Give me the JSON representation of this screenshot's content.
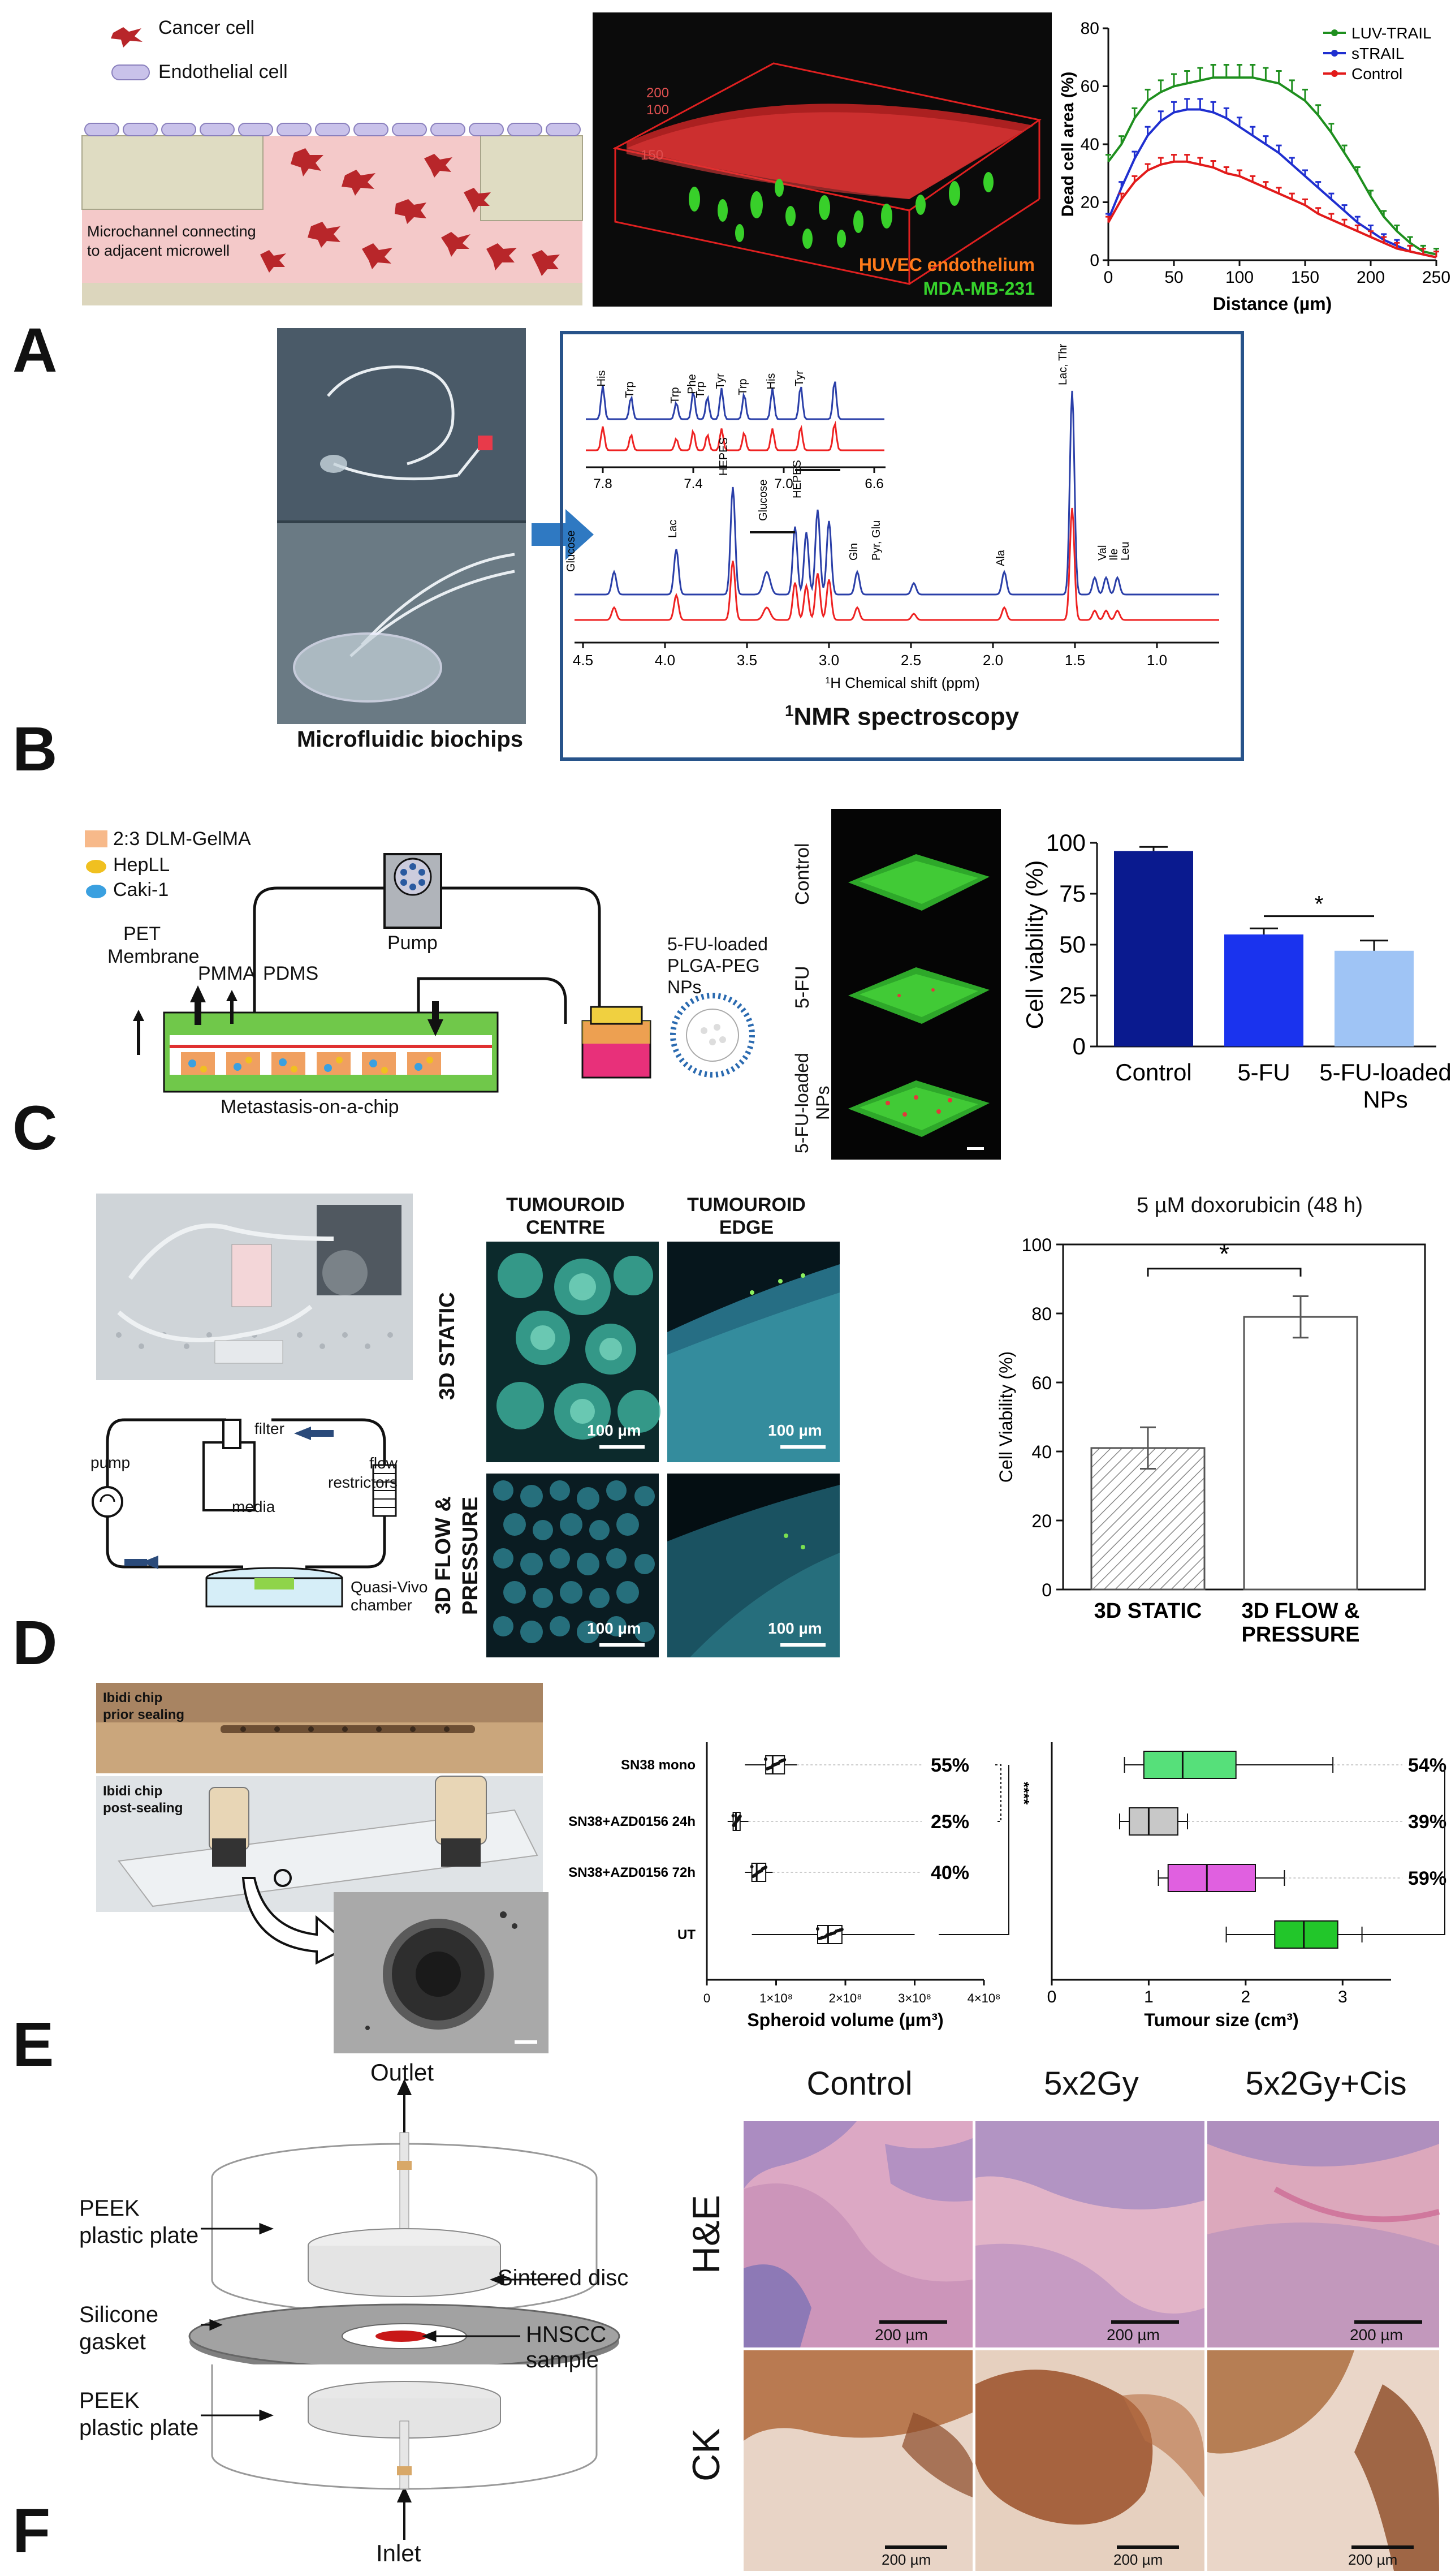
{
  "panel_labels": [
    "A",
    "B",
    "C",
    "D",
    "E",
    "F"
  ],
  "a": {
    "legend": {
      "cancer": "Cancer cell",
      "endothelial": "Endothelial cell"
    },
    "microchannel_text": [
      "Microchannel connecting",
      "to adjacent microwell"
    ],
    "confocal_labels": {
      "huvec": "HUVEC endothelium",
      "mda": "MDA-MB-231"
    },
    "confocal_axis": [
      "200",
      "100",
      "150"
    ],
    "colors": {
      "luv": "#1e8f1e",
      "strail": "#1f2fd0",
      "control": "#e21a1a",
      "huvec": "#ff7a1a",
      "mda": "#36d22c"
    }
  },
  "b": {
    "microfluidic_label": "Microfluidic biochips",
    "nmr_title": "NMR spectroscopy",
    "nmr_sup": "1",
    "nmr_xlabel": "H Chemical shift (ppm)",
    "nmr_xlabel_sup": "1",
    "inset_peaks": [
      "His",
      "Trp",
      "Trp",
      "Phe",
      "Trp",
      "Tyr",
      "Trp",
      "His",
      "Tyr"
    ],
    "main_peaks": [
      "Glucose",
      "Lac",
      "HEPES",
      "Glucose",
      "HEPES",
      "Gln",
      "Pyr, Glu",
      "Ala",
      "Lac, Thr",
      "Val",
      "Ile",
      "Leu"
    ],
    "inset_ticks": [
      "7.8",
      "7.4",
      "7.0",
      "6.6"
    ],
    "main_ticks": [
      "4.5",
      "4.0",
      "3.5",
      "3.0",
      "2.5",
      "2.0",
      "1.5",
      "1.0"
    ]
  },
  "c": {
    "legend": [
      "2:3 DLM-GelMA",
      "HepLL",
      "Caki-1"
    ],
    "labels": {
      "pet": "PET",
      "membrane": "Membrane",
      "pmma": "PMMA",
      "pdms": "PDMS",
      "pump": "Pump",
      "nps1": "5-FU-loaded",
      "nps2": "PLGA-PEG",
      "nps3": "NPs",
      "chip": "Metastasis-on-a-chip"
    },
    "micro_labels": [
      "Control",
      "5-FU",
      "5-FU-loaded NPs"
    ],
    "sig": "*"
  },
  "d": {
    "labels": {
      "pump": "pump",
      "media": "media",
      "filter": "filter",
      "flow1": "flow",
      "flow2": "restrictors",
      "quasi1": "Quasi-Vivo",
      "quasi2": "chamber"
    },
    "col_titles": [
      [
        "TUMOUROID",
        "CENTRE"
      ],
      [
        "TUMOUROID",
        "EDGE"
      ]
    ],
    "row_titles": [
      [
        "3D STATIC"
      ],
      [
        "3D FLOW &",
        "PRESSURE"
      ]
    ],
    "scale": "100 µm",
    "chart_title": "5 µM doxorubicin (48 h)",
    "sig": "*"
  },
  "e": {
    "labels": {
      "prior1": "Ibidi chip",
      "prior2": "prior sealing",
      "post1": "Ibidi chip",
      "post2": "post-sealing"
    },
    "sig": "****"
  },
  "f": {
    "labels": {
      "outlet": "Outlet",
      "inlet": "Inlet",
      "peek1": "PEEK",
      "peek2": "plastic plate",
      "sintered": "Sintered disc",
      "silicone1": "Silicone",
      "silicone2": "gasket",
      "hnscc": "HNSCC sample"
    },
    "col_titles": [
      "Control",
      "5x2Gy",
      "5x2Gy+Cis"
    ],
    "row_titles": [
      "H&E",
      "CK"
    ],
    "scale": "200 µm"
  },
  "chart_data": [
    {
      "type": "line",
      "xlabel": "Distance (µm)",
      "ylabel": "Dead cell area (%)",
      "xlim": [
        0,
        250
      ],
      "ylim": [
        0,
        80
      ],
      "xticks": [
        0,
        50,
        100,
        150,
        200,
        250
      ],
      "yticks": [
        0,
        20,
        40,
        60,
        80
      ],
      "x": [
        0,
        10,
        20,
        30,
        40,
        50,
        60,
        70,
        80,
        90,
        100,
        110,
        120,
        130,
        140,
        150,
        160,
        170,
        180,
        190,
        200,
        210,
        220,
        230,
        240,
        250
      ],
      "series": [
        {
          "name": "LUV-TRAIL",
          "values": [
            34,
            40,
            49,
            55,
            58,
            60,
            61,
            62,
            63,
            63,
            63,
            63,
            62,
            61,
            58,
            55,
            50,
            44,
            37,
            30,
            22,
            15,
            10,
            6,
            3,
            2
          ]
        },
        {
          "name": "sTRAIL",
          "values": [
            14,
            25,
            35,
            43,
            48,
            51,
            52,
            52,
            51,
            49,
            46,
            43,
            40,
            37,
            33,
            29,
            25,
            21,
            17,
            13,
            10,
            7,
            5,
            3,
            2,
            1
          ]
        },
        {
          "name": "Control",
          "values": [
            13,
            21,
            27,
            31,
            33,
            34,
            34,
            33,
            32,
            30,
            29,
            27,
            25,
            23,
            21,
            19,
            16,
            14,
            12,
            10,
            8,
            6,
            4,
            3,
            2,
            1
          ]
        }
      ],
      "legend": "top-right"
    },
    {
      "type": "bar",
      "ylabel": "Cell viability (%)",
      "ylim": [
        0,
        100
      ],
      "yticks": [
        0,
        25,
        50,
        75,
        100
      ],
      "categories": [
        "Control",
        "5-FU",
        "5-FU-loaded NPs"
      ],
      "values": [
        96,
        55,
        47
      ],
      "errors": [
        2,
        3,
        5
      ],
      "colors": [
        "#0a1a8f",
        "#1a33ee",
        "#9fc4f5"
      ]
    },
    {
      "type": "bar",
      "ylabel": "Cell Viability (%)",
      "ylim": [
        0,
        100
      ],
      "yticks": [
        0,
        20,
        40,
        60,
        80,
        100
      ],
      "categories": [
        "3D STATIC",
        "3D FLOW & PRESSURE"
      ],
      "values": [
        41,
        79
      ],
      "errors": [
        6,
        6
      ]
    },
    {
      "type": "box",
      "xlabel": "Spheroid volume (µm³)",
      "xlim": [
        0,
        400000000
      ],
      "xticks": [
        "0",
        "1×10⁸",
        "2×10⁸",
        "3×10⁸",
        "4×10⁸"
      ],
      "categories": [
        "SN38 mono",
        "SN38+AZD0156 24h",
        "SN38+AZD0156 72h",
        "UT"
      ],
      "stats": [
        {
          "min": 55000000,
          "q1": 85000000,
          "median": 95000000,
          "q3": 112000000,
          "max": 130000000
        },
        {
          "min": 30000000,
          "q1": 38000000,
          "median": 42000000,
          "q3": 48000000,
          "max": 60000000
        },
        {
          "min": 55000000,
          "q1": 65000000,
          "median": 72000000,
          "q3": 85000000,
          "max": 95000000
        },
        {
          "min": 65000000,
          "q1": 160000000,
          "median": 175000000,
          "q3": 195000000,
          "max": 300000000
        }
      ],
      "annotations": [
        "55%",
        "25%",
        "40%",
        ""
      ]
    },
    {
      "type": "box",
      "xlabel": "Tumour size (cm³)",
      "xlim": [
        0,
        3.5
      ],
      "xticks": [
        0,
        1,
        2,
        3
      ],
      "stats": [
        {
          "min": 0.75,
          "q1": 0.95,
          "median": 1.35,
          "q3": 1.9,
          "max": 2.9
        },
        {
          "min": 0.7,
          "q1": 0.8,
          "median": 1.0,
          "q3": 1.3,
          "max": 1.4
        },
        {
          "min": 1.1,
          "q1": 1.2,
          "median": 1.6,
          "q3": 2.1,
          "max": 2.4
        },
        {
          "min": 1.8,
          "q1": 2.3,
          "median": 2.6,
          "q3": 2.95,
          "max": 3.2
        }
      ],
      "colors": [
        "#56e07a",
        "#c8c8c8",
        "#e060e0",
        "#22c62a"
      ],
      "annotations": [
        "54%",
        "39%",
        "59%",
        ""
      ]
    }
  ]
}
